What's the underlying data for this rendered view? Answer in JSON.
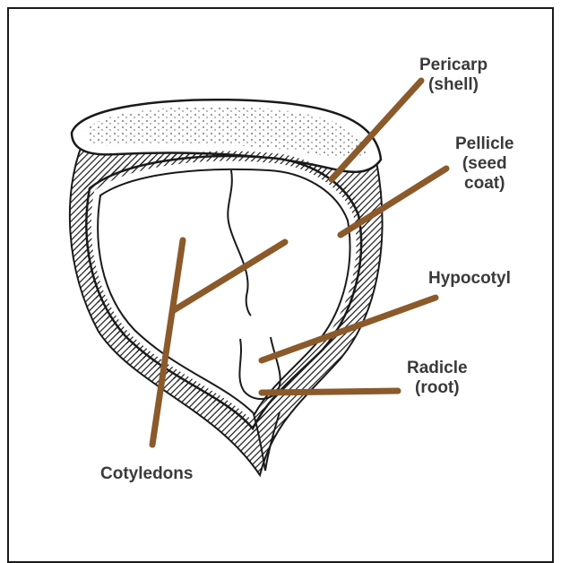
{
  "labels": {
    "pericarp": [
      "Pericarp",
      "(shell)"
    ],
    "pellicle": [
      "Pellicle",
      "(seed",
      "coat)"
    ],
    "hypocotyl": [
      "Hypocotyl"
    ],
    "radicle": [
      "Radicle",
      "(root)"
    ],
    "cotyledons": [
      "Cotyledons"
    ]
  },
  "colors": {
    "leader": "#8b5a2b",
    "ink": "#1a1a1a",
    "label": "#3a3a3a"
  }
}
